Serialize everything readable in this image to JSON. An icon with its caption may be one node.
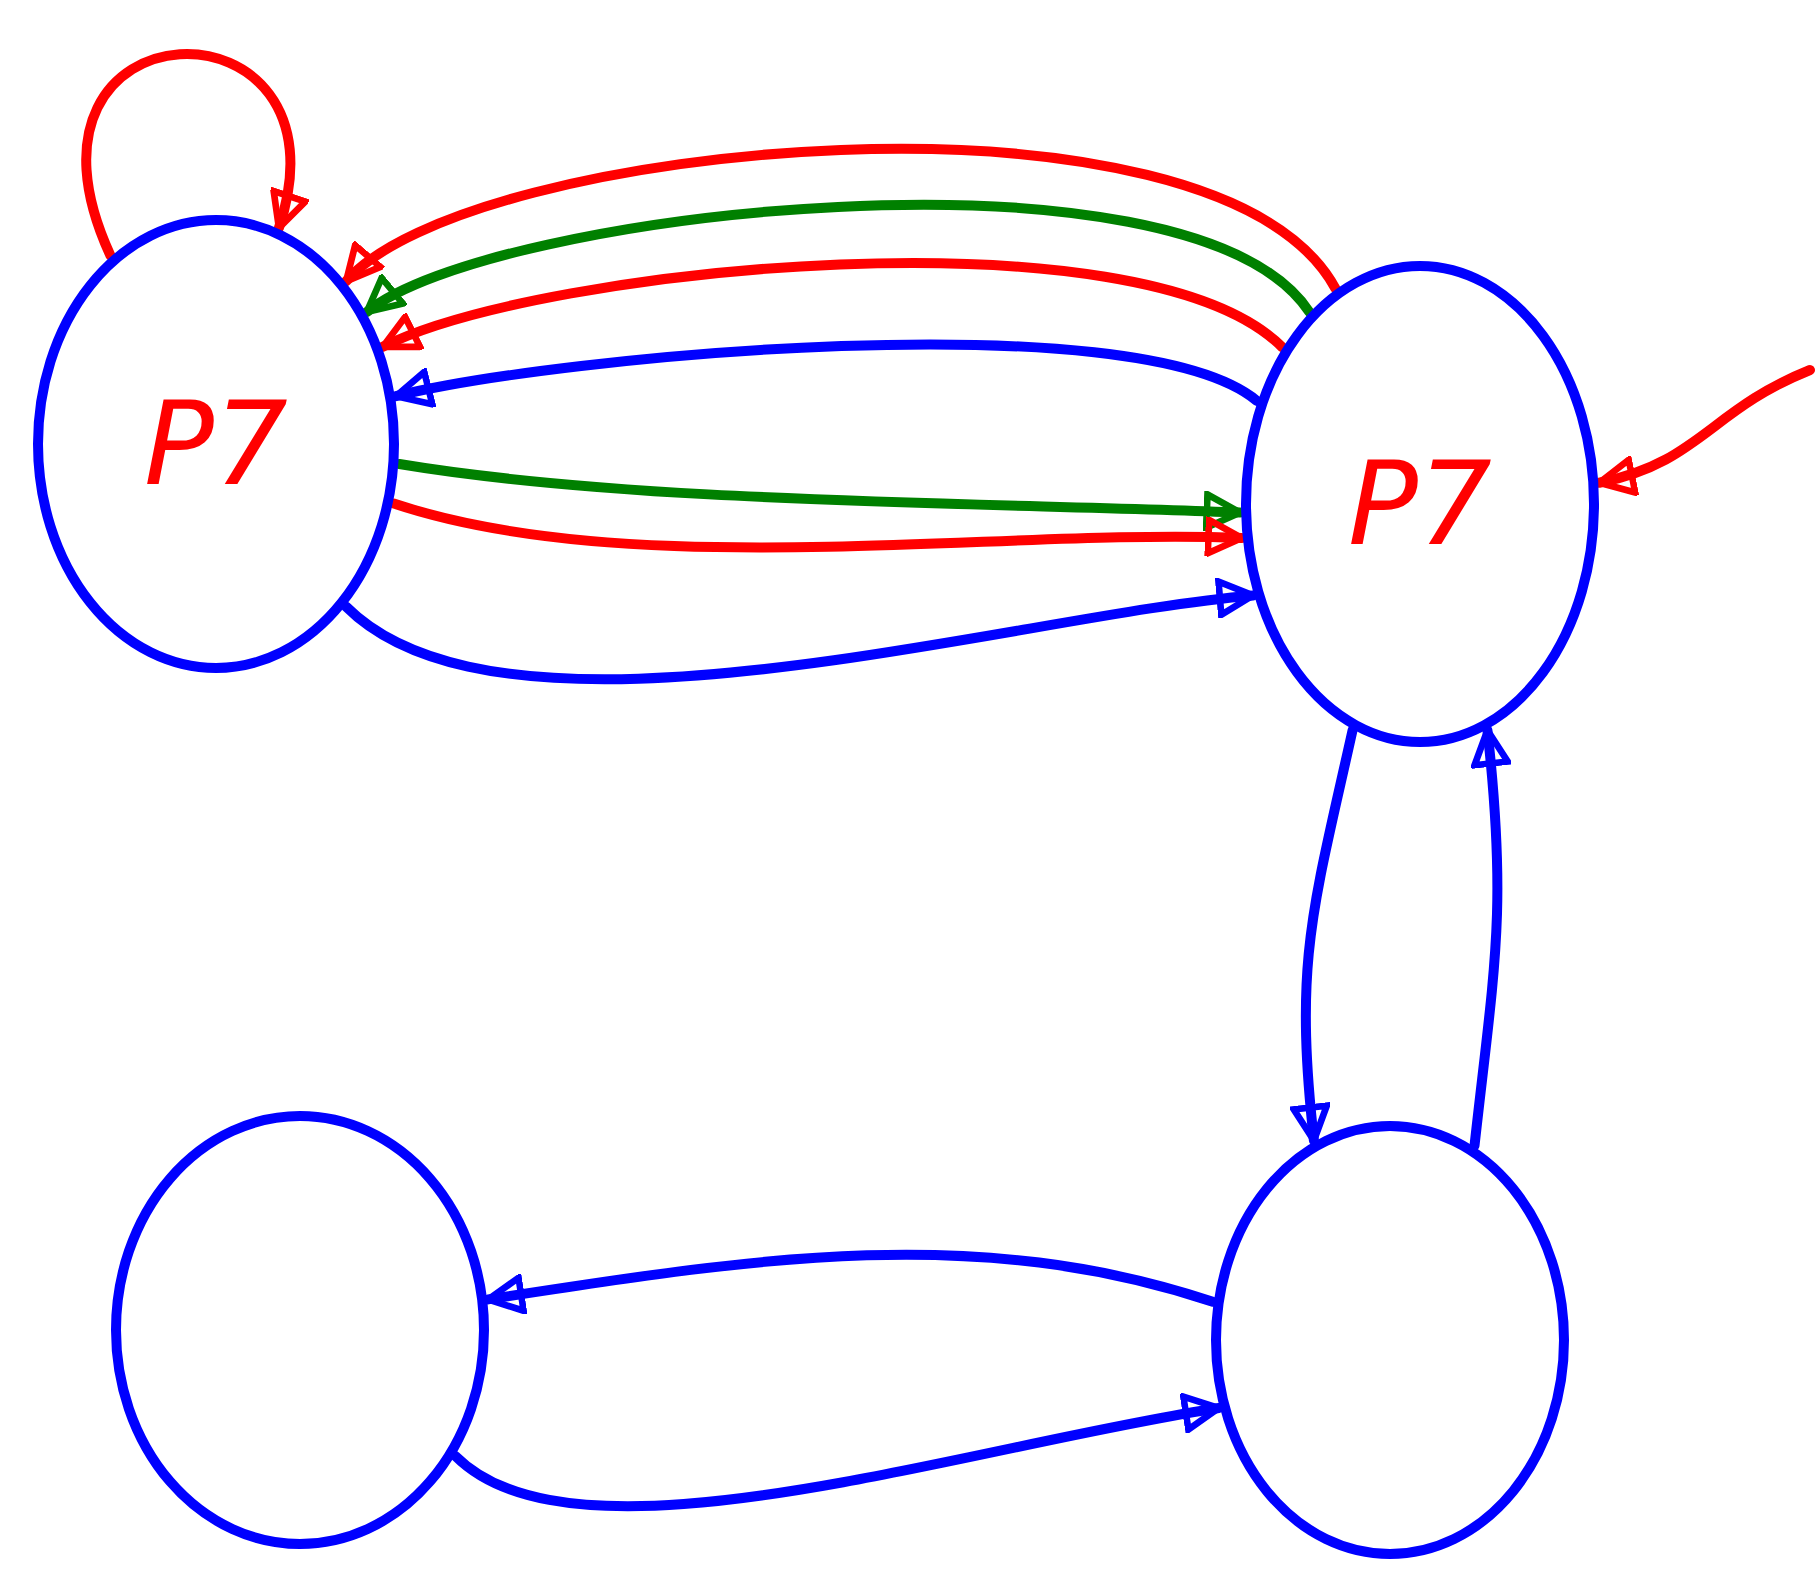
{
  "diagram": {
    "nodes": [
      {
        "text": [
          "P7"
        ]
      },
      {
        "text": [
          "P7"
        ]
      },
      {
        "text": [],
        "shape": "circle"
      },
      {
        "text": [],
        "shape": "circle"
      }
    ],
    "edges": [
      {
        "from": 0,
        "to": 0,
        "arrow": "to",
        "color": "#ff0000"
      },
      {
        "from": 1,
        "to": 0,
        "arrow": "to",
        "color": "#ff0000"
      },
      {
        "from": 1,
        "to": 0,
        "arrow": "to",
        "color": "#008000"
      },
      {
        "from": 1,
        "to": 0,
        "arrow": "to",
        "color": "#ff0000"
      },
      {
        "from": 1,
        "to": 0,
        "arrow": "to"
      },
      {
        "from": 0,
        "to": 1,
        "arrow": "to",
        "color": "#008000"
      },
      {
        "from": 0,
        "to": 1,
        "arrow": "to",
        "color": "#ff0000"
      },
      {
        "from": 0,
        "to": 1,
        "arrow": "to"
      },
      {
        "from": null,
        "to": 1,
        "arrow": "to",
        "color": "#ff0000"
      },
      {
        "from": 1,
        "to": 3,
        "arrow": "to"
      },
      {
        "from": 3,
        "to": 1,
        "arrow": "to"
      },
      {
        "from": 3,
        "to": 2,
        "arrow": "to"
      },
      {
        "from": 2,
        "to": 3,
        "arrow": "to"
      }
    ]
  }
}
